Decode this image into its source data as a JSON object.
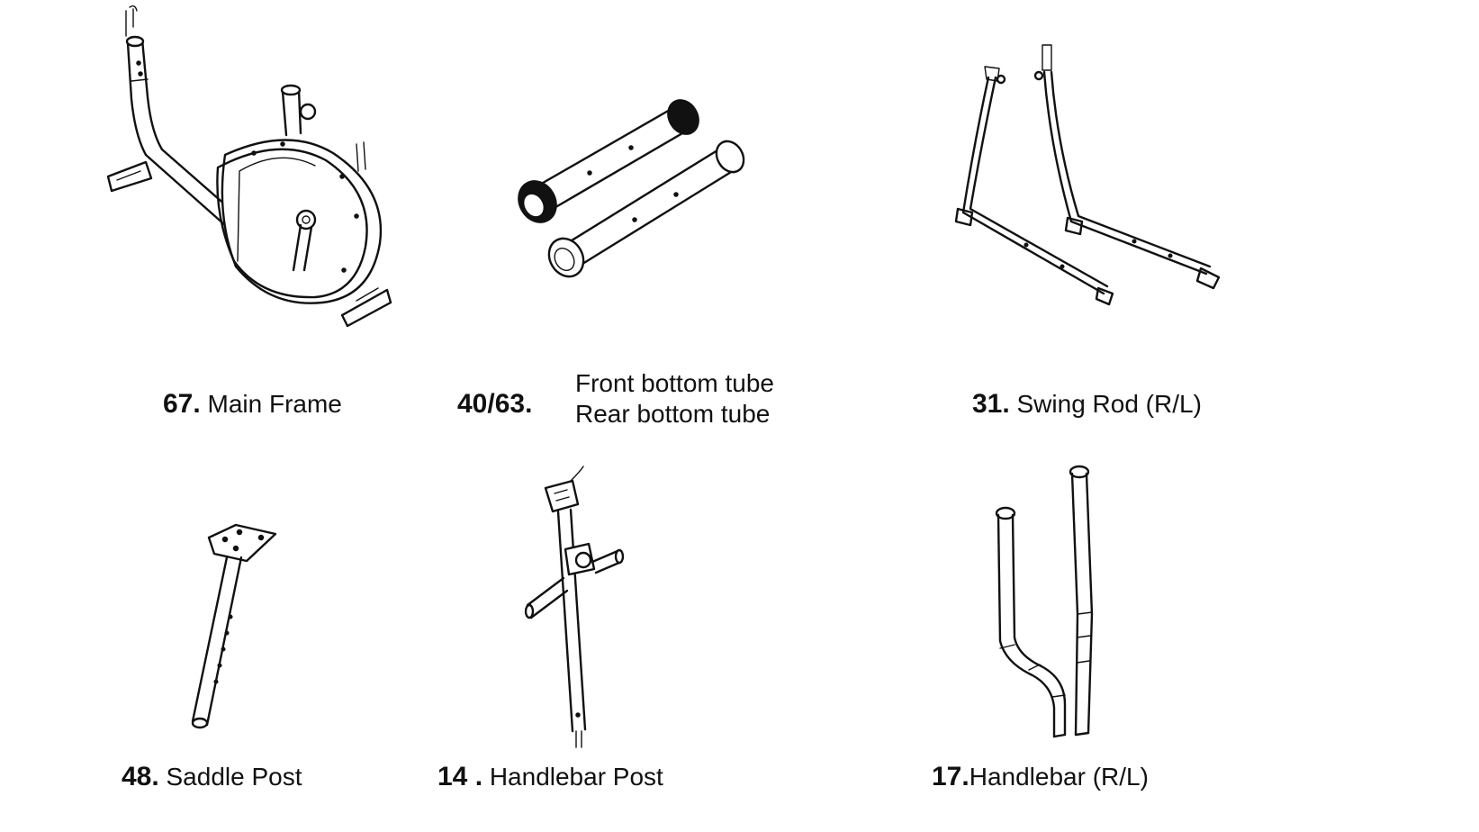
{
  "parts": [
    {
      "number": "67.",
      "name": "Main Frame",
      "icon": "main-frame-drawing"
    },
    {
      "number": "40/63.",
      "names": [
        "Front bottom tube",
        "Rear bottom tube"
      ],
      "icon": "bottom-tubes-drawing"
    },
    {
      "number": "31.",
      "name": "Swing Rod (R/L)",
      "icon": "swing-rods-drawing"
    },
    {
      "number": "48.",
      "name": "Saddle Post",
      "icon": "saddle-post-drawing"
    },
    {
      "number": "14 .",
      "name": "Handlebar Post",
      "icon": "handlebar-post-drawing"
    },
    {
      "number": "17.",
      "name": "Handlebar (R/L)",
      "icon": "handlebars-drawing"
    }
  ]
}
